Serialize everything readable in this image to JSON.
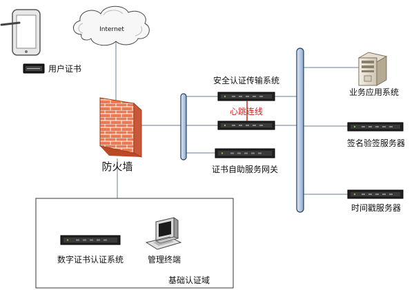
{
  "labels": {
    "internet": "Internet",
    "user_cert": "用户证书",
    "firewall": "防火墙",
    "secure_auth_system": "安全认证传输系统",
    "heartbeat_link": "心跳连线",
    "cert_gateway": "证书自助服务网关",
    "business_app_system": "业务应用系统",
    "sign_verify_server": "签名验签服务器",
    "timestamp_server": "时间戳服务器",
    "digital_cert_auth_system": "数字证书认证系统",
    "management_terminal": "管理终端",
    "base_auth_domain": "基础认证域"
  },
  "colors": {
    "backbone": "#1f3f6e",
    "backbone_fill": "#c9d7ea",
    "heartbeat": "#d62020",
    "brick": "#e8734a",
    "server_body": "#222222"
  },
  "icons": {
    "tablet": "tablet-icon",
    "usb_key": "usb-key-icon",
    "cloud": "cloud-icon",
    "firewall": "firewall-icon",
    "rack_server": "rack-server-icon",
    "tower_server": "tower-server-icon",
    "computer": "computer-icon"
  }
}
